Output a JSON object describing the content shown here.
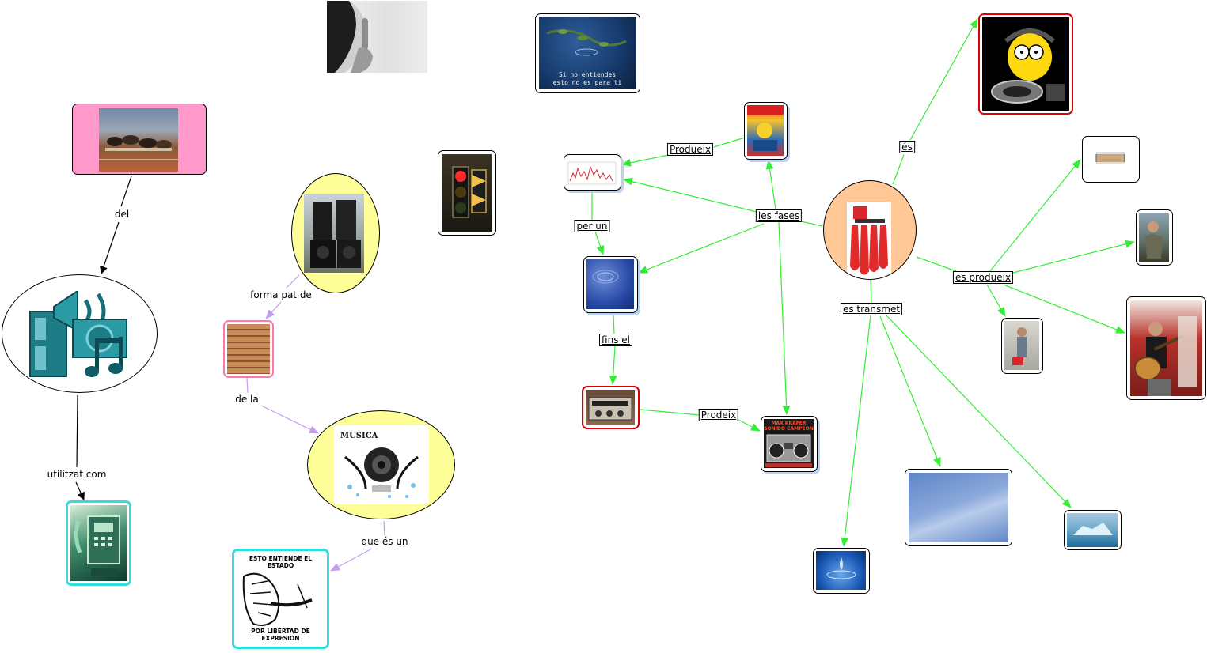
{
  "edge_labels": {
    "del": "del",
    "utilitzat_com": "utilitzat com",
    "forma_pat_de": "forma pat de",
    "de_la": "de la",
    "que_es_un": "que és un",
    "per_un": "per un",
    "fins_el": "fins el",
    "prodeix": "Prodeix",
    "produeix": "Produeix",
    "les_fases": "les fases",
    "es": "és",
    "es_produeix": "es produeix",
    "es_transmet": "es transmet"
  },
  "image_text": {
    "water_caption_line1": "Si no entiendes",
    "water_caption_line2": "esto no es para ti",
    "expression_top": "ESTO ENTIENDE EL ESTADO",
    "expression_bottom": "POR LIBERTAD DE EXPRESION",
    "musica": "MUSICA",
    "radio_poster_line1": "MAX KRAFER",
    "radio_poster_line2": "SONIDO CAMPEON"
  },
  "colors": {
    "arrow_black": "#000000",
    "arrow_green": "#33ee33",
    "arrow_purple": "#c49cf0",
    "pink_fill": "#ff99cc",
    "yellow_fill": "#ffff99",
    "peach_fill": "#ffc896",
    "cyan_border": "#33dddd",
    "red_border": "#dd0000"
  }
}
